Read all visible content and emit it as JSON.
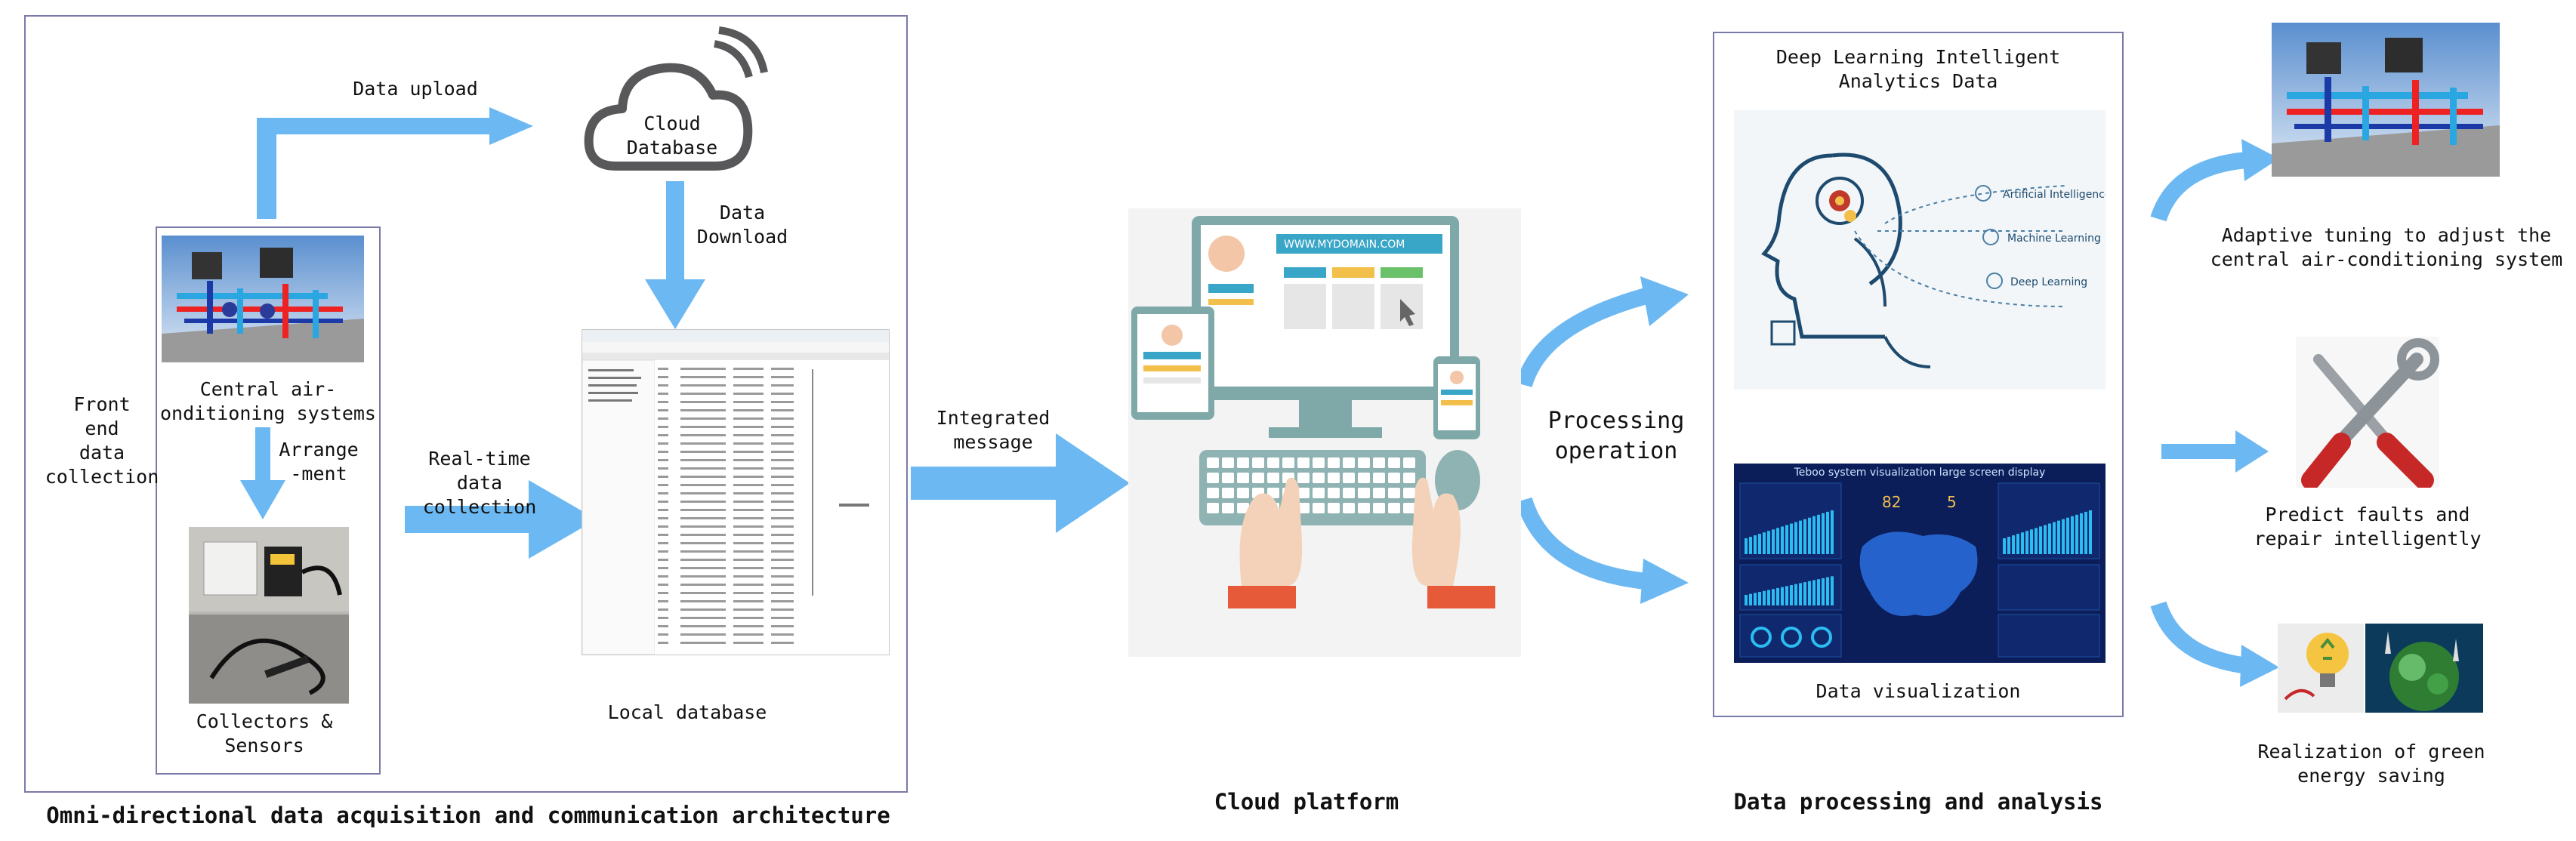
{
  "sections": {
    "acquisition": "Omni-directional data acquisition and communication architecture",
    "cloud": "Cloud platform",
    "processing": "Data processing and analysis"
  },
  "labels": {
    "data_upload": "Data upload",
    "cloud_db": "Cloud\nDatabase",
    "data_download": "Data\nDownload",
    "front_end": "Front\nend\ndata\ncollection",
    "central_ac": "Central air-\nonditioning systems",
    "arrangement": "Arrange\n-ment",
    "collectors": "Collectors &\nSensors",
    "realtime": "Real-time data\ncollection",
    "local_db": "Local database",
    "integrated": "Integrated\nmessage",
    "processing_op": "Processing\noperation",
    "deep_learning": "Deep Learning Intelligent\nAnalytics Data",
    "data_vis": "Data visualization",
    "adaptive": "Adaptive tuning to adjust the\ncentral air-conditioning system",
    "predict": "Predict faults and\nrepair intelligently",
    "green": "Realization of green\nenergy saving"
  },
  "ai_image": {
    "items": [
      "Artificial Intelligence",
      "Machine Learning",
      "Deep Learning"
    ]
  },
  "dashboard": {
    "title": "Teboo system visualization large screen display",
    "big_numbers": [
      "82",
      "5"
    ]
  },
  "web_mockup": {
    "url": "WWW.MYDOMAIN.COM"
  },
  "colors": {
    "arrow": "#6cb8f2",
    "frame": "#7a7aa8",
    "dashboard_bg": "#0c1e5a"
  }
}
